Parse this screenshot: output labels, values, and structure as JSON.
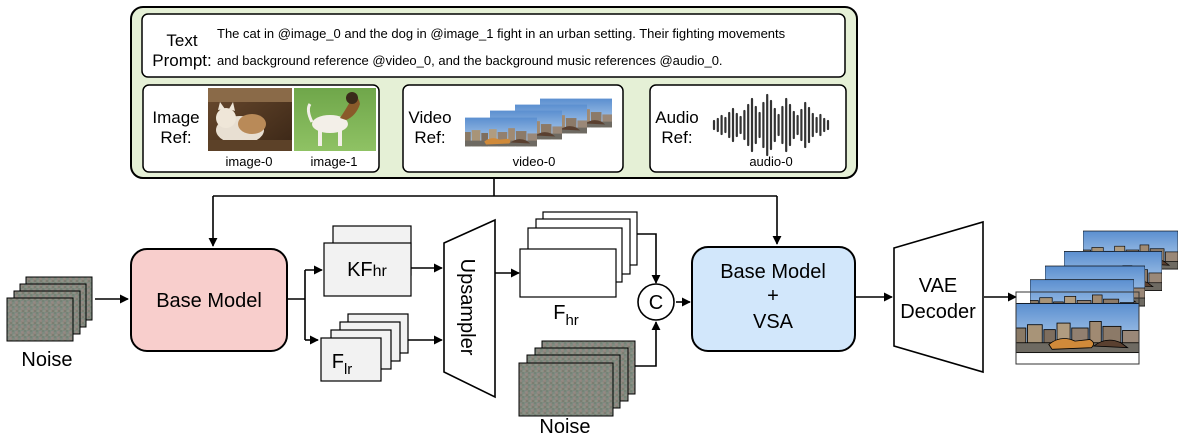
{
  "prompt": {
    "label_line1": "Text",
    "label_line2": "Prompt:",
    "text_line1": "The cat in @image_0 and the dog in @image_1 fight in an urban setting. Their fighting movements",
    "text_line2": "and background reference @video_0, and the background music references @audio_0."
  },
  "image_ref": {
    "label_line1": "Image",
    "label_line2": "Ref:",
    "captions": [
      "image-0",
      "image-1"
    ]
  },
  "video_ref": {
    "label_line1": "Video",
    "label_line2": "Ref:",
    "caption": "video-0"
  },
  "audio_ref": {
    "label_line1": "Audio",
    "label_line2": "Ref:",
    "caption": "audio-0"
  },
  "noise_left": {
    "label": "Noise"
  },
  "noise_bottom": {
    "label": "Noise"
  },
  "base_model": {
    "label": "Base Model"
  },
  "kf_hr": {
    "main": "KF",
    "sub": "hr"
  },
  "f_lr": {
    "main": "F",
    "sub": "lr"
  },
  "upsampler": {
    "label": "Upsampler"
  },
  "f_hr": {
    "main": "F",
    "sub": "hr"
  },
  "concat": {
    "label": "C"
  },
  "base_model_vsa": {
    "line1": "Base Model",
    "line2": "+",
    "line3": "VSA"
  },
  "vae_decoder": {
    "line1": "VAE",
    "line2": "Decoder"
  },
  "colors": {
    "prompt_panel_fill": "#e5f0d6",
    "base_model_fill": "#f8cecc",
    "base_model_vsa_fill": "#d2e7fb",
    "stack_fill": "#f2f2f2"
  }
}
